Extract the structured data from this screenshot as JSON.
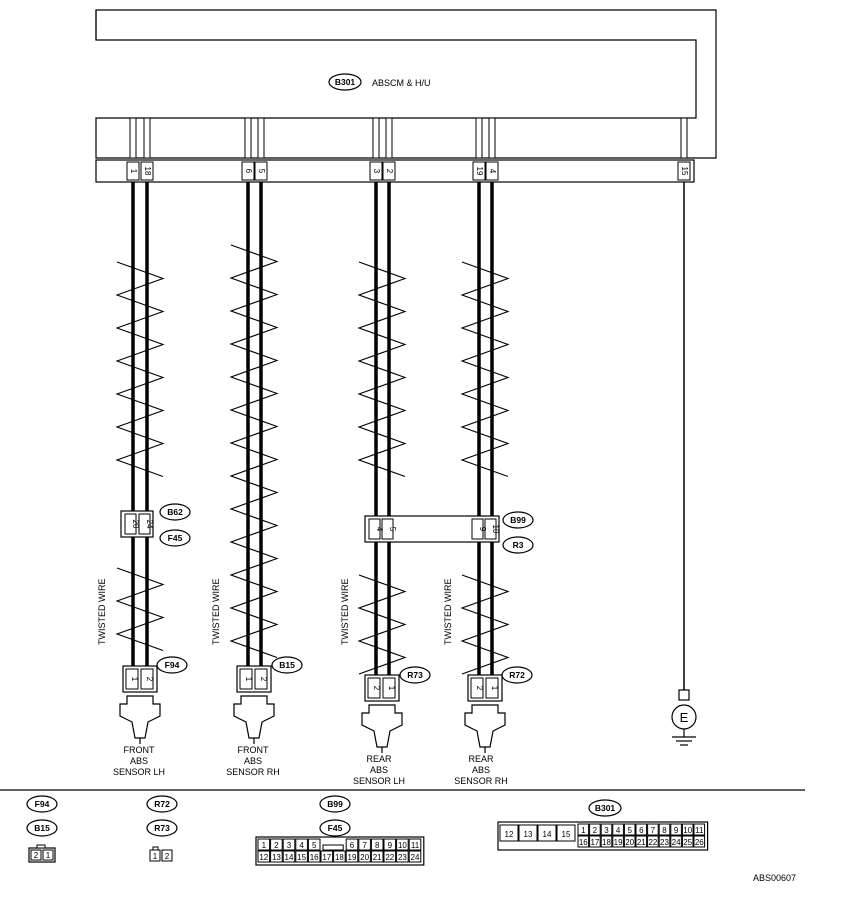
{
  "module": {
    "connector": "B301",
    "title": "ABSCM & H/U"
  },
  "module_pins": [
    "1",
    "18",
    "6",
    "5",
    "3",
    "2",
    "19",
    "4",
    "15"
  ],
  "connectors": {
    "b62": "B62",
    "f45": "F45",
    "b99": "B99",
    "r3": "R3",
    "f94": "F94",
    "b15": "B15",
    "r73": "R73",
    "r72": "R72"
  },
  "joint_pins": {
    "front_left": [
      "20",
      "24"
    ],
    "rear": [
      "4",
      "5",
      "9",
      "10"
    ]
  },
  "sensor_pins": {
    "front_lh": [
      "1",
      "2"
    ],
    "front_rh": [
      "1",
      "2"
    ],
    "rear_lh": [
      "2",
      "1"
    ],
    "rear_rh": [
      "2",
      "1"
    ]
  },
  "twisted_wire": "TWISTED WIRE",
  "ground": "E",
  "sensors": {
    "front_lh": [
      "FRONT",
      "ABS",
      "SENSOR  LH"
    ],
    "front_rh": [
      "FRONT",
      "ABS",
      "SENSOR  RH"
    ],
    "rear_lh": [
      "REAR",
      "ABS",
      "SENSOR  LH"
    ],
    "rear_rh": [
      "REAR",
      "ABS",
      "SENSOR  RH"
    ]
  },
  "legend": {
    "f94": "F94",
    "b15": "B15",
    "r72": "R72",
    "r73": "R73",
    "b99": "B99",
    "f45": "F45",
    "b301": "B301",
    "two_pin_a": [
      "2",
      "1"
    ],
    "two_pin_b": [
      "1",
      "2"
    ],
    "b99_top": [
      "1",
      "2",
      "3",
      "4",
      "5",
      "6",
      "7",
      "8",
      "9",
      "10",
      "11"
    ],
    "b99_bottom": [
      "12",
      "13",
      "14",
      "15",
      "16",
      "17",
      "18",
      "19",
      "20",
      "21",
      "22",
      "23",
      "24"
    ],
    "b301_left": [
      "12",
      "13",
      "14",
      "15"
    ],
    "b301_top": [
      "1",
      "2",
      "3",
      "4",
      "5",
      "6",
      "7",
      "8",
      "9",
      "10",
      "11"
    ],
    "b301_bottom": [
      "16",
      "17",
      "18",
      "19",
      "20",
      "21",
      "22",
      "23",
      "24",
      "25",
      "26"
    ]
  },
  "figure_id": "ABS00607"
}
